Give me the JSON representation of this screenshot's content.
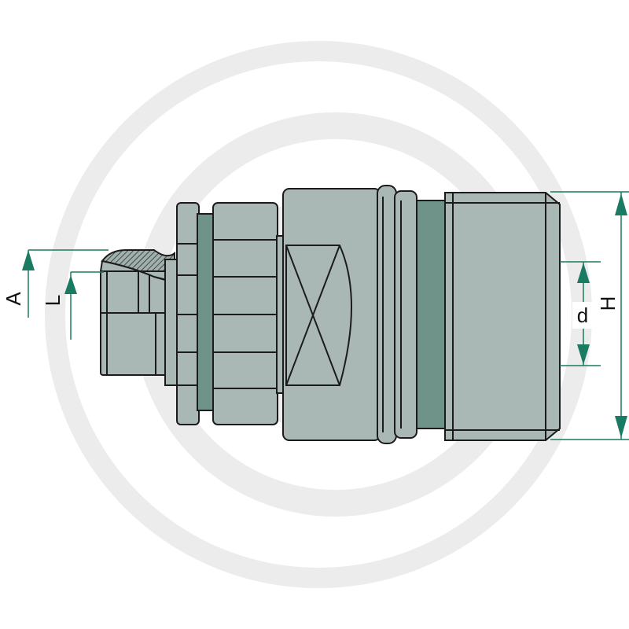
{
  "labels": {
    "A": "A",
    "L": "L",
    "d": "d",
    "H": "H"
  },
  "colors": {
    "body": "#a9b8b5",
    "seal": "#6f9388",
    "arrow": "#1a7a62",
    "watermark": "#ececec",
    "outline": "#1b1b1b"
  },
  "watermark_icon": "logo-watermark-ring"
}
